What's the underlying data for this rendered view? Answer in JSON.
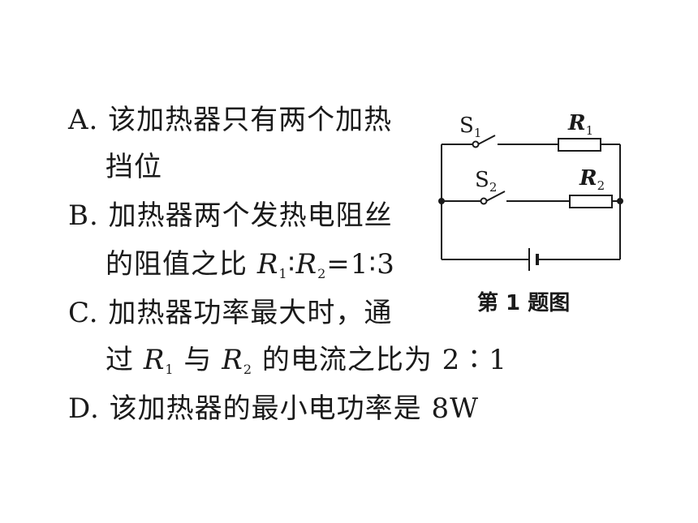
{
  "options": {
    "a_line1": "A. 该加热器只有两个加热",
    "a_line2": "挡位",
    "b_line1": "B. 加热器两个发热电阻丝",
    "b_line2_prefix": "的阻值之比 ",
    "b_r1": "R",
    "b_r1_sub": "1",
    "b_colon": "∶",
    "b_r2": "R",
    "b_r2_sub": "2",
    "b_ratio": "=1∶3",
    "c_line1": "C. 加热器功率最大时，通",
    "c_line2_prefix": "过 ",
    "c_r1": "R",
    "c_r1_sub": "1",
    "c_mid": " 与 ",
    "c_r2": "R",
    "c_r2_sub": "2",
    "c_suffix": " 的电流之比为 2∶1",
    "d_line": "D. 该加热器的最小电功率是 8W"
  },
  "circuit": {
    "s1": "S",
    "s1_sub": "1",
    "r1": "R",
    "r1_sub": "1",
    "s2": "S",
    "s2_sub": "2",
    "r2": "R",
    "r2_sub": "2",
    "caption": "第 1 题图"
  }
}
